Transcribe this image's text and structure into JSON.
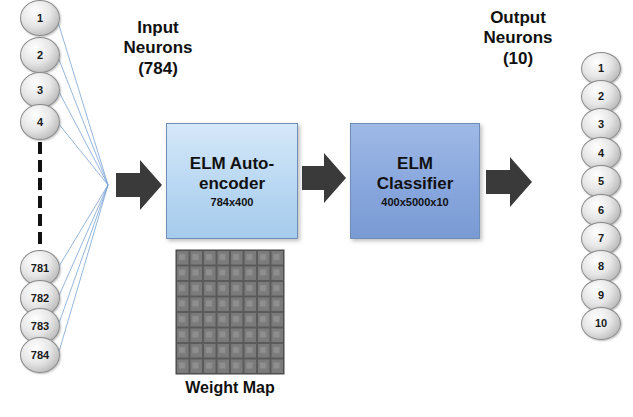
{
  "diagram": {
    "nodes": [
      {
        "text": [
          "1"
        ]
      },
      {
        "text": [
          "2"
        ]
      },
      {
        "text": [
          "3"
        ]
      },
      {
        "text": [
          "4"
        ]
      },
      {
        "text": [
          "781"
        ]
      },
      {
        "text": [
          "782"
        ]
      },
      {
        "text": [
          "783"
        ]
      },
      {
        "text": [
          "784"
        ]
      },
      {
        "text": [
          "ELM Auto- encoder",
          "784x400"
        ]
      },
      {
        "text": [
          "ELM Classifier",
          "400x5000x10"
        ]
      },
      {
        "text": [
          "1"
        ]
      },
      {
        "text": [
          "2"
        ]
      },
      {
        "text": [
          "3"
        ]
      },
      {
        "text": [
          "4"
        ]
      },
      {
        "text": [
          "5"
        ]
      },
      {
        "text": [
          "6"
        ]
      },
      {
        "text": [
          "7"
        ]
      },
      {
        "text": [
          "8"
        ]
      },
      {
        "text": [
          "9"
        ]
      },
      {
        "text": [
          "10"
        ]
      }
    ],
    "edges": [
      {
        "from": 8,
        "to": 9,
        "arrow": "to"
      }
    ],
    "labels": [
      "Input Neurons (784)",
      "Output Neurons (10)",
      "Weight Map"
    ]
  }
}
